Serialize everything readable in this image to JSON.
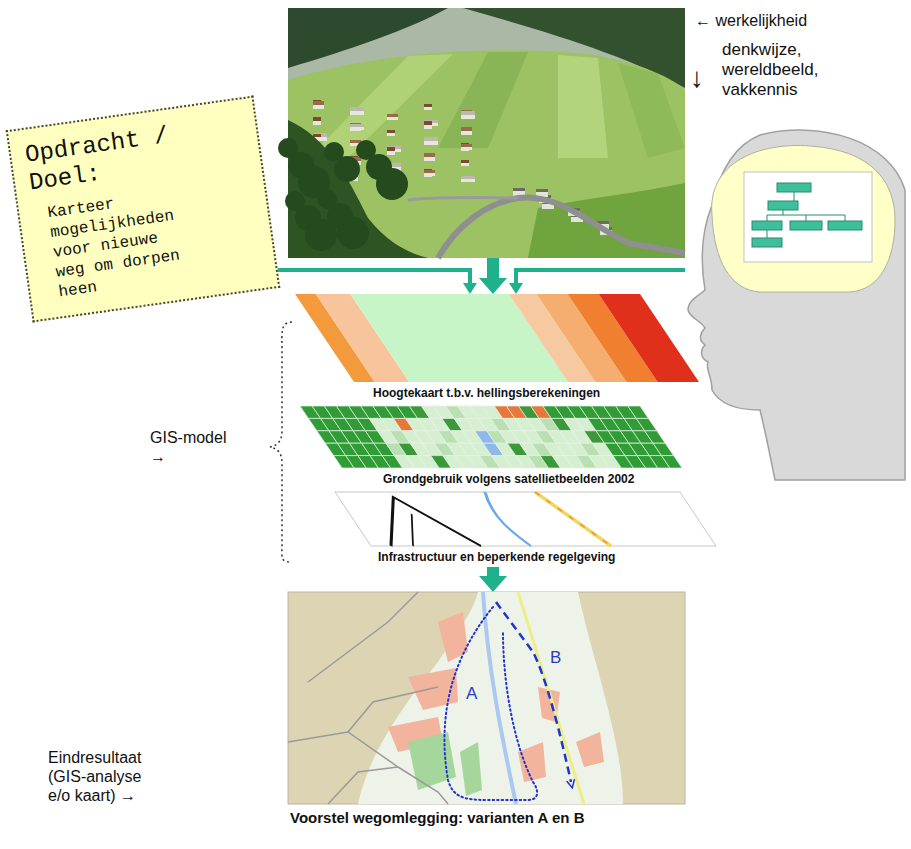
{
  "diagram": {
    "nodes": [
      {
        "text": [
          "Opdracht / Doel:",
          "Karteer mogelijkheden voor nieuwe weg om dorpen heen"
        ]
      },
      {
        "text": [
          "← werkelijkheid"
        ]
      },
      {
        "text": [
          "denkwijze, wereldbeeld, vakkennis"
        ]
      },
      {
        "text": [
          "Hoogtekaart t.b.v. hellingsberekeningen"
        ]
      },
      {
        "text": [
          "Grondgebruik volgens satellietbeelden 2002"
        ]
      },
      {
        "text": [
          "Infrastructuur en beperkende regelgeving"
        ]
      },
      {
        "text": [
          "Voorstel wegomlegging: varianten A en B"
        ]
      }
    ],
    "edges": [
      {
        "from": 0,
        "to": 3,
        "arrow": "to"
      },
      {
        "from": 1,
        "to": 3,
        "arrow": "to"
      },
      {
        "from": 2,
        "to": 3,
        "arrow": "to"
      },
      {
        "from": 5,
        "to": 6,
        "arrow": "to"
      }
    ],
    "labels": [
      "↓",
      "GIS-model →",
      "A",
      "B",
      "Eindresultaat (GIS-analyse e/o kaart) →"
    ]
  }
}
